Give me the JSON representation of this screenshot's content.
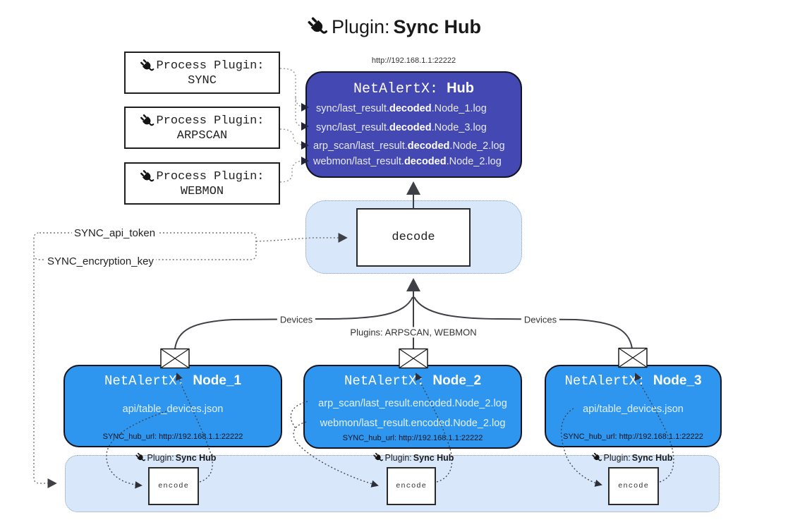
{
  "title": {
    "prefix": "Plugin: ",
    "bold": "Sync Hub"
  },
  "process_plugins": [
    {
      "label": "Process Plugin:",
      "name": "SYNC"
    },
    {
      "label": "Process Plugin:",
      "name": "ARPSCAN"
    },
    {
      "label": "Process Plugin:",
      "name": "WEBMON"
    }
  ],
  "hub": {
    "url": "http://192.168.1.1:22222",
    "title_prefix": "NetAlertX: ",
    "title_bold": "Hub",
    "lines": [
      {
        "pre": "sync/last_result.",
        "bold": "decoded",
        "post": ".Node_1.log"
      },
      {
        "pre": "sync/last_result.",
        "bold": "decoded",
        "post": ".Node_3.log"
      },
      {
        "pre": "arp_scan/last_result.",
        "bold": "decoded",
        "post": ".Node_2.log"
      },
      {
        "pre": "webmon/last_result.",
        "bold": "decoded",
        "post": ".Node_2.log"
      }
    ]
  },
  "decode_box": {
    "label": "decode"
  },
  "config": {
    "api_token": "SYNC_api_token",
    "encryption_key": "SYNC_encryption_key"
  },
  "edge_labels": {
    "devices_left": "Devices",
    "plugins_mid": "Plugins: ARPSCAN, WEBMON",
    "devices_right": "Devices"
  },
  "nodes": [
    {
      "title_prefix": "NetAlertX: ",
      "title_bold": "Node_1",
      "lines": [
        "api/table_devices.json"
      ],
      "hub_url": "SYNC_hub_url: http://192.168.1.1:22222"
    },
    {
      "title_prefix": "NetAlertX: ",
      "title_bold": "Node_2",
      "lines": [
        "arp_scan/last_result.encoded.Node_2.log",
        "webmon/last_result.encoded.Node_2.log"
      ],
      "hub_url": "SYNC_hub_url: http://192.168.1.1:22222"
    },
    {
      "title_prefix": "NetAlertX: ",
      "title_bold": "Node_3",
      "lines": [
        "api/table_devices.json"
      ],
      "hub_url": "SYNC_hub_url: http://192.168.1.1:22222"
    }
  ],
  "encoders": [
    {
      "label_prefix": "Plugin: ",
      "label_bold": "Sync Hub",
      "box": "encode"
    },
    {
      "label_prefix": "Plugin: ",
      "label_bold": "Sync Hub",
      "box": "encode"
    },
    {
      "label_prefix": "Plugin: ",
      "label_bold": "Sync Hub",
      "box": "encode"
    }
  ],
  "colors": {
    "hub_fill": "#4348b2",
    "node_fill": "#2e96ee",
    "panel_fill": "#d8e8fa",
    "box_border": "#141420",
    "arrow": "#3f3f46"
  }
}
